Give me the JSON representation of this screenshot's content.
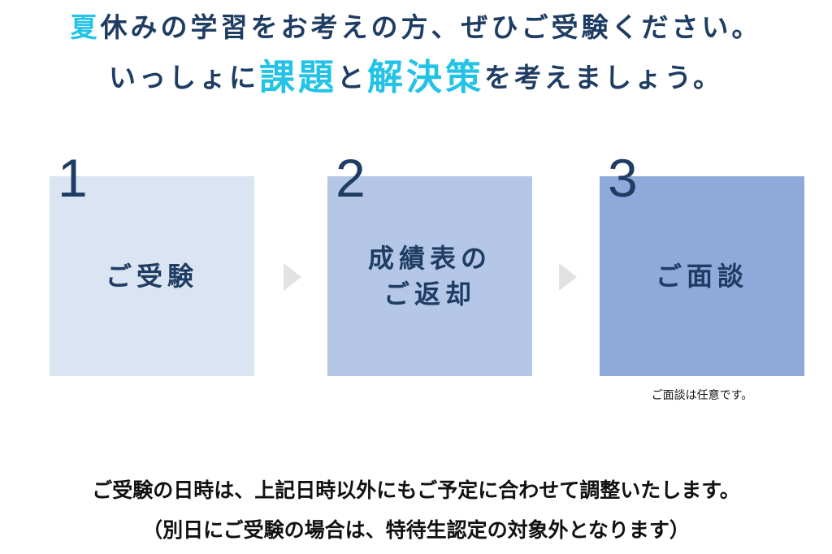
{
  "headline": {
    "line1": {
      "accent": "夏",
      "rest": "休みの学習をお考えの方、ぜひご受験ください。"
    },
    "line2": {
      "part1": "いっしょに",
      "accent1": "課題",
      "part2": "と",
      "accent2": "解決策",
      "part3": "を考えましょう。"
    }
  },
  "steps": [
    {
      "number": "1",
      "label_lines": [
        "ご受験"
      ]
    },
    {
      "number": "2",
      "label_lines": [
        "成績表の",
        "ご返却"
      ]
    },
    {
      "number": "3",
      "label_lines": [
        "ご面談"
      ]
    }
  ],
  "note": "ご面談は任意です。",
  "footer": {
    "line1": "ご受験の日時は、上記日時以外にもご予定に合わせて調整いたします。",
    "line2": "（別日にご受験の場合は、特待生認定の対象外となります）"
  },
  "colors": {
    "text_navy": "#1f3d63",
    "accent_cyan": "#22c3e6",
    "step1_bg": "#dbe4f3",
    "step2_bg": "#b5c7e6",
    "step3_bg": "#8fa9db",
    "arrow": "#e2e2e2"
  },
  "icons": [
    "chevron-right-icon",
    "chevron-right-icon"
  ]
}
